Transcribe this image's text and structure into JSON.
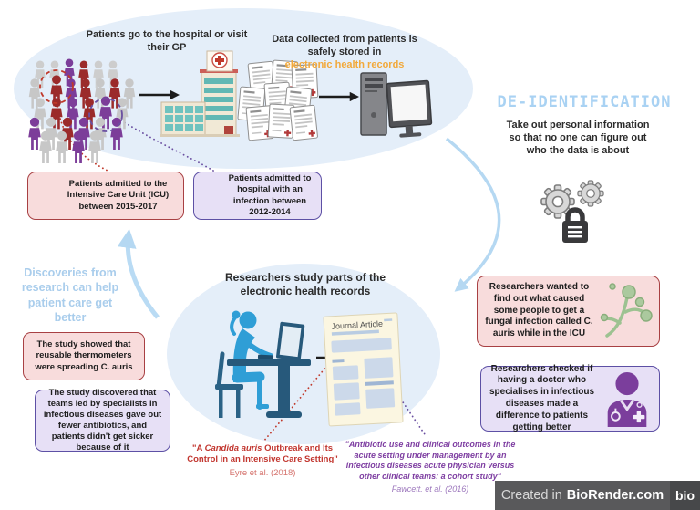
{
  "top": {
    "patients_caption": "Patients go to the hospital or visit their GP",
    "data_caption": "Data collected from patients is safely stored in",
    "data_caption_highlight": "electronic health records"
  },
  "deidentification": {
    "title": "DE-IDENTIFICATION",
    "description": "Take out personal information so that no one can figure out who the data is about"
  },
  "cohorts": {
    "icu": "Patients admitted to the Intensive Care Unit (ICU) between 2015-2017",
    "infection": "Patients admitted to hospital with an infection between 2012-2014"
  },
  "feedback_note": "Discoveries from research can help patient care get better",
  "findings": {
    "thermometers": "The study showed that reusable thermometers were spreading C. auris",
    "specialists": "The study discovered that teams led by specialists in infectious diseases gave out fewer antibiotics, and patients didn't get sicker because of it"
  },
  "research": {
    "title": "Researchers study parts of the electronic health records",
    "journal_label": "Journal Article"
  },
  "questions": {
    "fungal": "Researchers wanted to find out what caused some people to get a fungal infection called C. auris while in the ICU",
    "doctor": "Researchers checked if having a doctor who specialises in infectious diseases made a difference to patients getting better"
  },
  "citations": {
    "eyre_open": "\"A ",
    "eyre_italic": "Candida auris",
    "eyre_rest": " Outbreak and Its Control in an Intensive Care Setting\"",
    "eyre_attribution": "Eyre et al. (2018)",
    "fawcett_quote": "\"Antibiotic use and clinical outcomes in the acute setting under management by an infectious diseases acute physician versus other clinical teams: a cohort study\"",
    "fawcett_attribution": "Fawcett. et al. (2016)"
  },
  "footer": {
    "created_in": "Created in",
    "brand": "BioRender.com",
    "logo_text": "bio"
  },
  "colors": {
    "ellipse_fill": "#e4eef9",
    "accent_blue": "#aed3f2",
    "highlight_orange": "#f2a93b",
    "red_dark": "#9b2b2b",
    "purple_dark": "#7c3d99",
    "pink_box_bg": "#f8dcdc",
    "pink_box_border": "#a84043",
    "purple_box_bg": "#e7e0f6",
    "purple_box_border": "#5d50a5"
  }
}
